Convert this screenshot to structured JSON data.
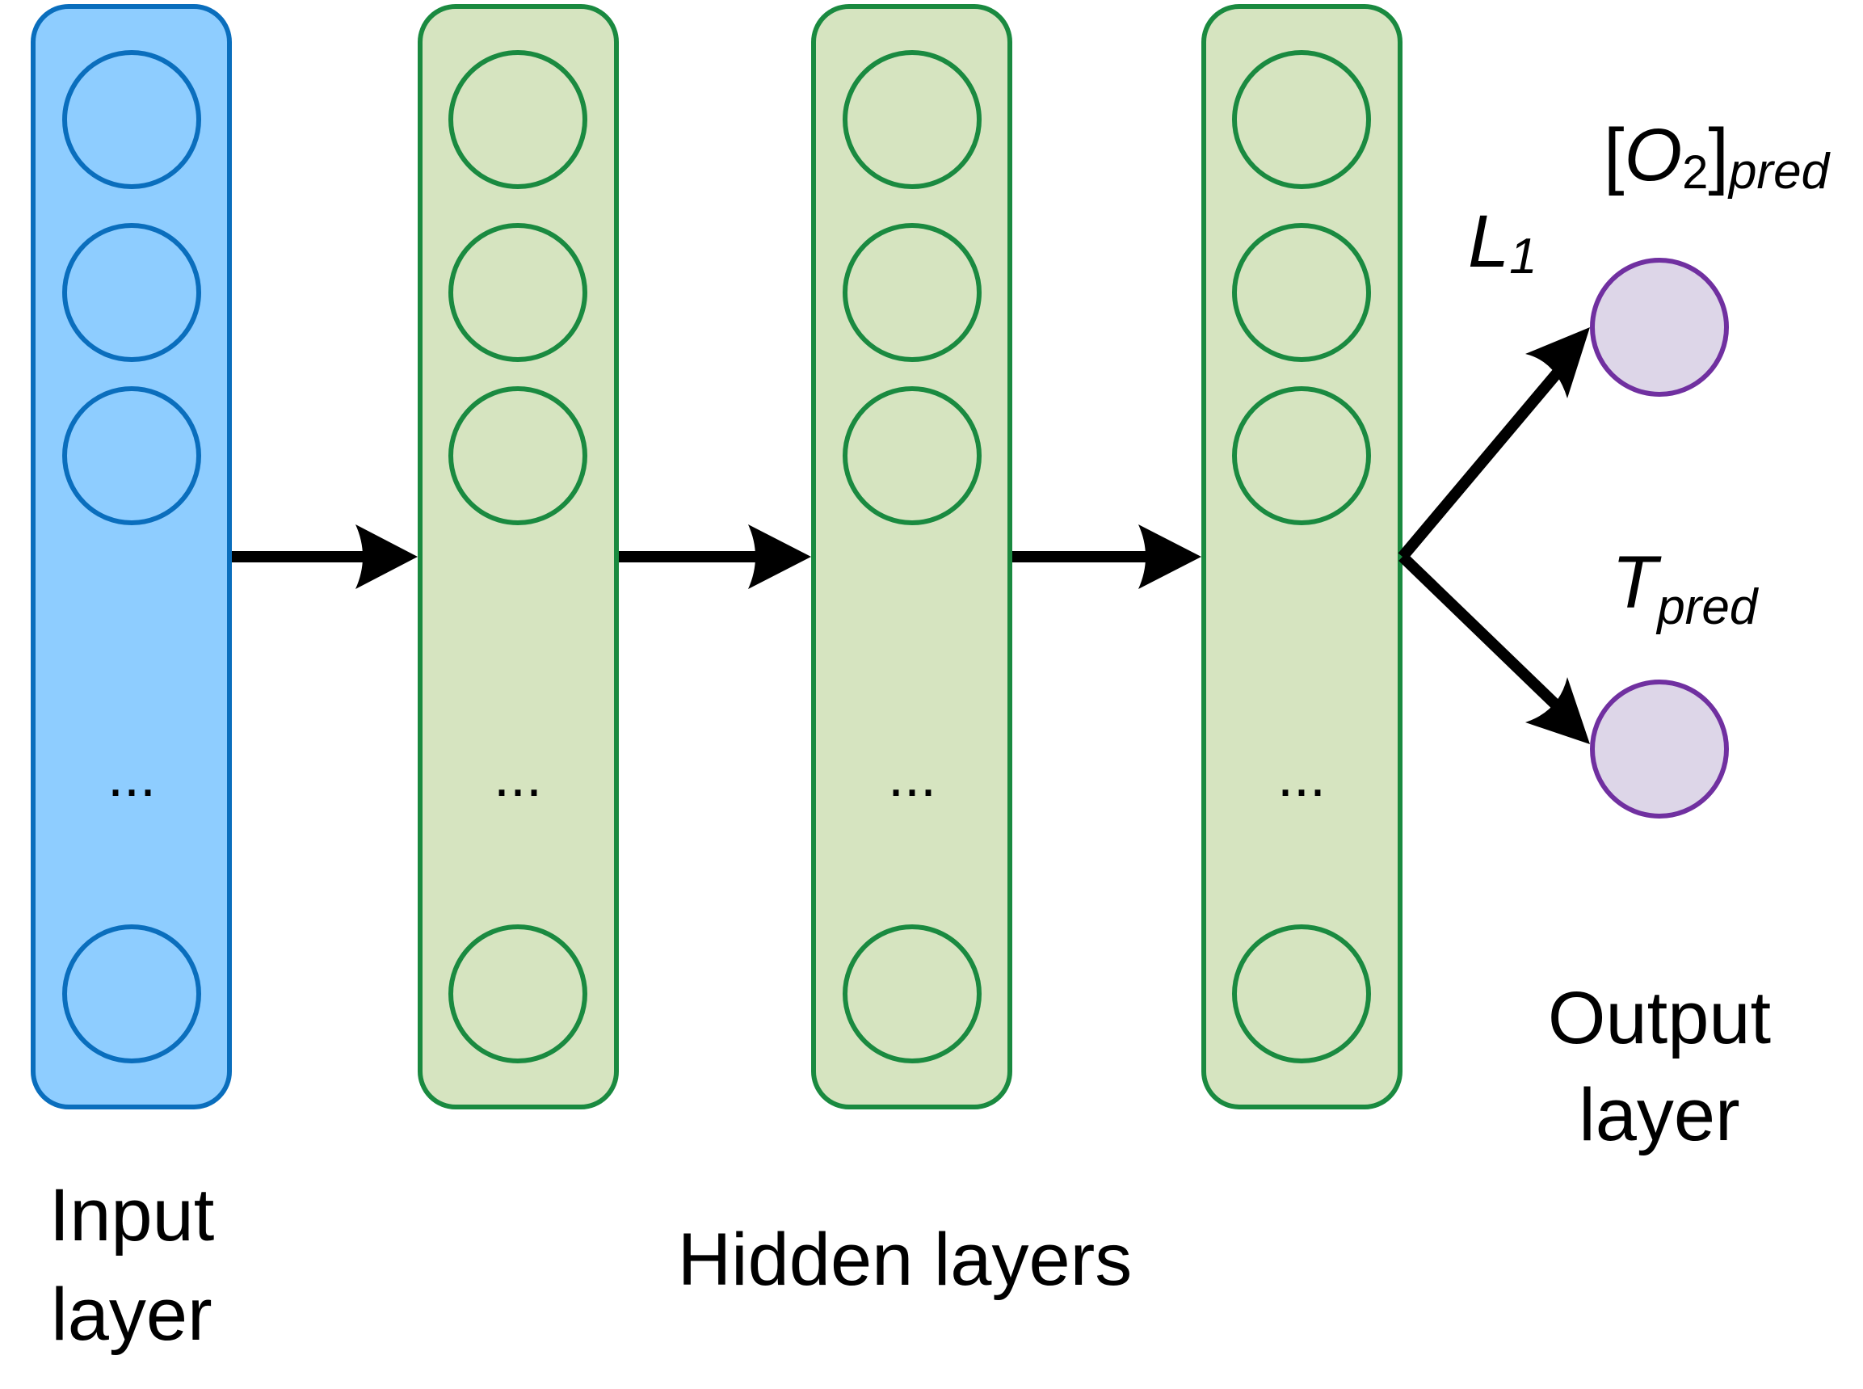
{
  "colors": {
    "input_fill": "#8ecdff",
    "input_stroke": "#0a6ebd",
    "hidden_fill": "#d6e4c0",
    "hidden_stroke": "#1a8a40",
    "output_fill": "#ddd6e8",
    "output_stroke": "#7030a0",
    "arrow": "#000000"
  },
  "layers": {
    "input": {
      "label_line1": "Input",
      "label_line2": "layer",
      "ellipsis": "..."
    },
    "hidden": {
      "label": "Hidden layers",
      "ellipsis": "..."
    },
    "output": {
      "label_line1": "Output",
      "label_line2": "layer"
    }
  },
  "outputs": {
    "o2": {
      "open_bracket": "[",
      "symbol": "O",
      "subscript_num": "2",
      "close_bracket": "]",
      "subscript": "pred"
    },
    "temp": {
      "symbol": "T",
      "subscript": "pred"
    }
  },
  "loss": {
    "symbol": "L",
    "subscript": "1"
  }
}
